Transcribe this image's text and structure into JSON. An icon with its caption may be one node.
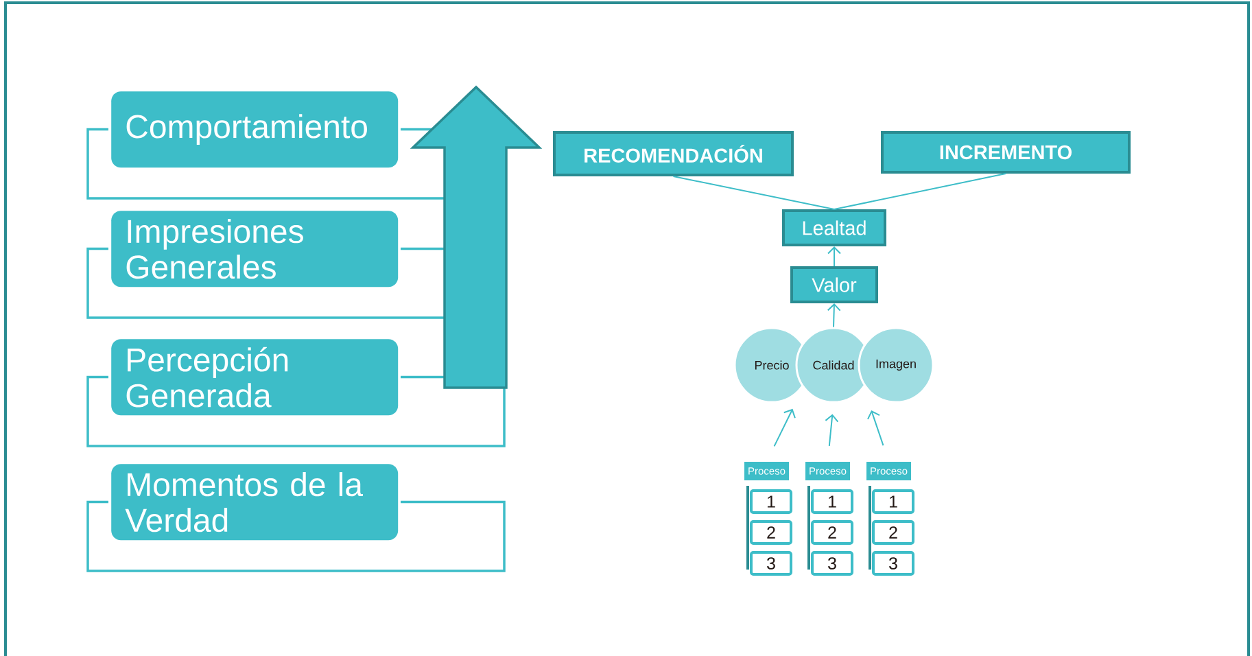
{
  "diagram": {
    "nodes": [
      {
        "text": [
          "Comportamiento"
        ]
      },
      {
        "text": [
          "Impresiones Generales"
        ]
      },
      {
        "text": [
          "Percepción Generada"
        ]
      },
      {
        "text": [
          "Momentos de la Verdad"
        ]
      },
      {
        "text": [
          "RECOMENDACIÓN"
        ]
      },
      {
        "text": [
          "INCREMENTO"
        ]
      },
      {
        "text": [
          "Lealtad"
        ]
      },
      {
        "text": [
          "Valor"
        ]
      },
      {
        "text": [
          "Precio"
        ]
      },
      {
        "text": [
          "Calidad"
        ]
      },
      {
        "text": [
          "Imagen"
        ]
      },
      {
        "text": [
          "Proceso"
        ]
      },
      {
        "text": [
          "1"
        ]
      },
      {
        "text": [
          "2"
        ]
      },
      {
        "text": [
          "3"
        ]
      },
      {
        "text": [
          "Proceso"
        ]
      },
      {
        "text": [
          "1"
        ]
      },
      {
        "text": [
          "2"
        ]
      },
      {
        "text": [
          "3"
        ]
      },
      {
        "text": [
          "Proceso"
        ]
      },
      {
        "text": [
          "1"
        ]
      },
      {
        "text": [
          "2"
        ]
      },
      {
        "text": [
          "3"
        ]
      }
    ],
    "edges": [
      {
        "from": 4,
        "to": 6,
        "arrow": "none"
      },
      {
        "from": 5,
        "to": 6,
        "arrow": "none"
      },
      {
        "from": 7,
        "to": 6,
        "arrow": "to"
      },
      {
        "from": 9,
        "to": 7,
        "arrow": "to"
      },
      {
        "from": 11,
        "to": 8,
        "arrow": "to"
      },
      {
        "from": 15,
        "to": 9,
        "arrow": "to"
      },
      {
        "from": 19,
        "to": 10,
        "arrow": "to"
      }
    ]
  }
}
